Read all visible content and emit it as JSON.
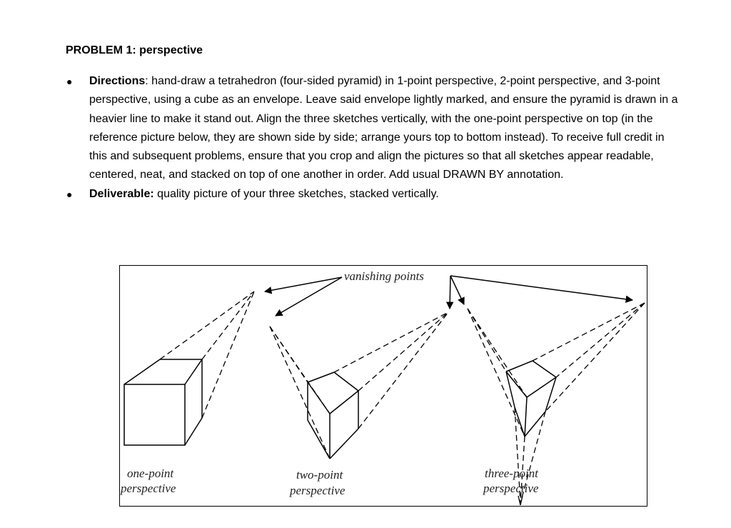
{
  "heading": "PROBLEM 1: perspective",
  "bullets": [
    {
      "lead": "Directions",
      "text": ": hand-draw a tetrahedron (four-sided pyramid) in 1-point perspective, 2-point perspective, and 3-point perspective, using a cube as an envelope. Leave said envelope lightly marked, and ensure the pyramid is drawn in a heavier line to make it stand out. Align the three sketches vertically, with the one-point perspective on top (in the reference picture below, they are shown side by side; arrange yours top to bottom instead). To receive full credit in this and subsequent problems, ensure that you crop and align the pictures so that all sketches appear readable, centered, neat, and stacked on top of one another in order. Add usual DRAWN BY annotation."
    },
    {
      "lead": "Deliverable:",
      "text": " quality picture of your three sketches, stacked vertically."
    }
  ],
  "figure": {
    "vanishing_label": "vanishing points",
    "captions": {
      "one_1": "one-point",
      "one_2": "perspective",
      "two_1": "two-point",
      "two_2": "perspective",
      "three_1": "three-point",
      "three_2": "perspective"
    }
  }
}
